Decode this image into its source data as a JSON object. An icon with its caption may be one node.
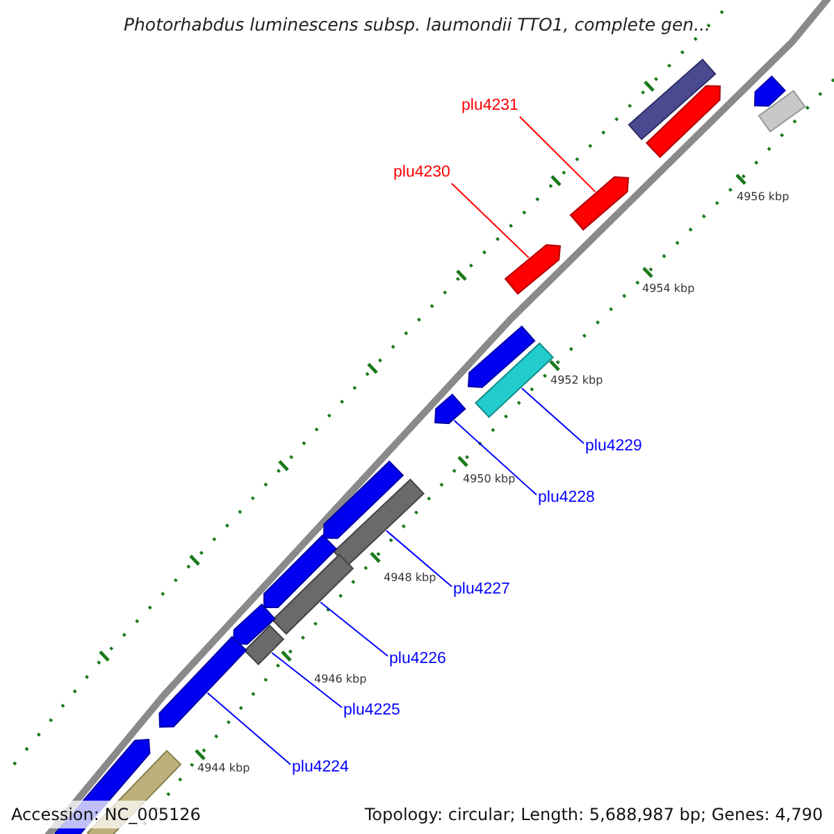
{
  "diagram": {
    "title": "Photorhabdus luminescens subsp. laumondii TTO1, complete gen...",
    "nodes": [
      {
        "text": [
          "plu4231"
        ]
      },
      {
        "text": [
          "plu4230"
        ]
      },
      {
        "text": [
          "plu4229"
        ]
      },
      {
        "text": [
          "plu4228"
        ]
      },
      {
        "text": [
          "plu4227"
        ]
      },
      {
        "text": [
          "plu4226"
        ]
      },
      {
        "text": [
          "plu4225"
        ]
      },
      {
        "text": [
          "plu4224"
        ]
      },
      {
        "text": [],
        "shape": "bar"
      },
      {
        "text": [],
        "shape": "arrow"
      },
      {
        "text": [],
        "shape": "arrow"
      },
      {
        "text": [],
        "shape": "bar"
      },
      {
        "text": [],
        "shape": "arrow"
      },
      {
        "text": [],
        "shape": "arrow"
      },
      {
        "text": [],
        "shape": "arrow"
      },
      {
        "text": [],
        "shape": "bar"
      },
      {
        "text": [],
        "shape": "arrow"
      },
      {
        "text": [],
        "shape": "arrow"
      },
      {
        "text": [],
        "shape": "bar"
      },
      {
        "text": [],
        "shape": "arrow"
      },
      {
        "text": [],
        "shape": "bar"
      },
      {
        "text": [],
        "shape": "arrow"
      },
      {
        "text": [],
        "shape": "bar"
      },
      {
        "text": [],
        "shape": "arrow"
      },
      {
        "text": [],
        "shape": "arrow"
      },
      {
        "text": [],
        "shape": "bar"
      }
    ],
    "edges": [
      {
        "from": 0,
        "to": 12,
        "arrow": "none",
        "color": "#ff0000"
      },
      {
        "from": 1,
        "to": 13,
        "arrow": "none",
        "color": "#ff0000"
      },
      {
        "from": 2,
        "to": 15,
        "arrow": "none"
      },
      {
        "from": 3,
        "to": 16,
        "arrow": "none"
      },
      {
        "from": 4,
        "to": 18,
        "arrow": "none"
      },
      {
        "from": 5,
        "to": 20,
        "arrow": "none"
      },
      {
        "from": 6,
        "to": 22,
        "arrow": "none"
      },
      {
        "from": 7,
        "to": 23,
        "arrow": "none"
      }
    ],
    "labels": [
      "4956 kbp",
      "4954 kbp",
      "4952 kbp",
      "4950 kbp",
      "4948 kbp",
      "4946 kbp",
      "4944 kbp",
      "Accession: NC_005126",
      "Topology: circular; Length: 5,688,987 bp; Genes: 4,790"
    ]
  }
}
